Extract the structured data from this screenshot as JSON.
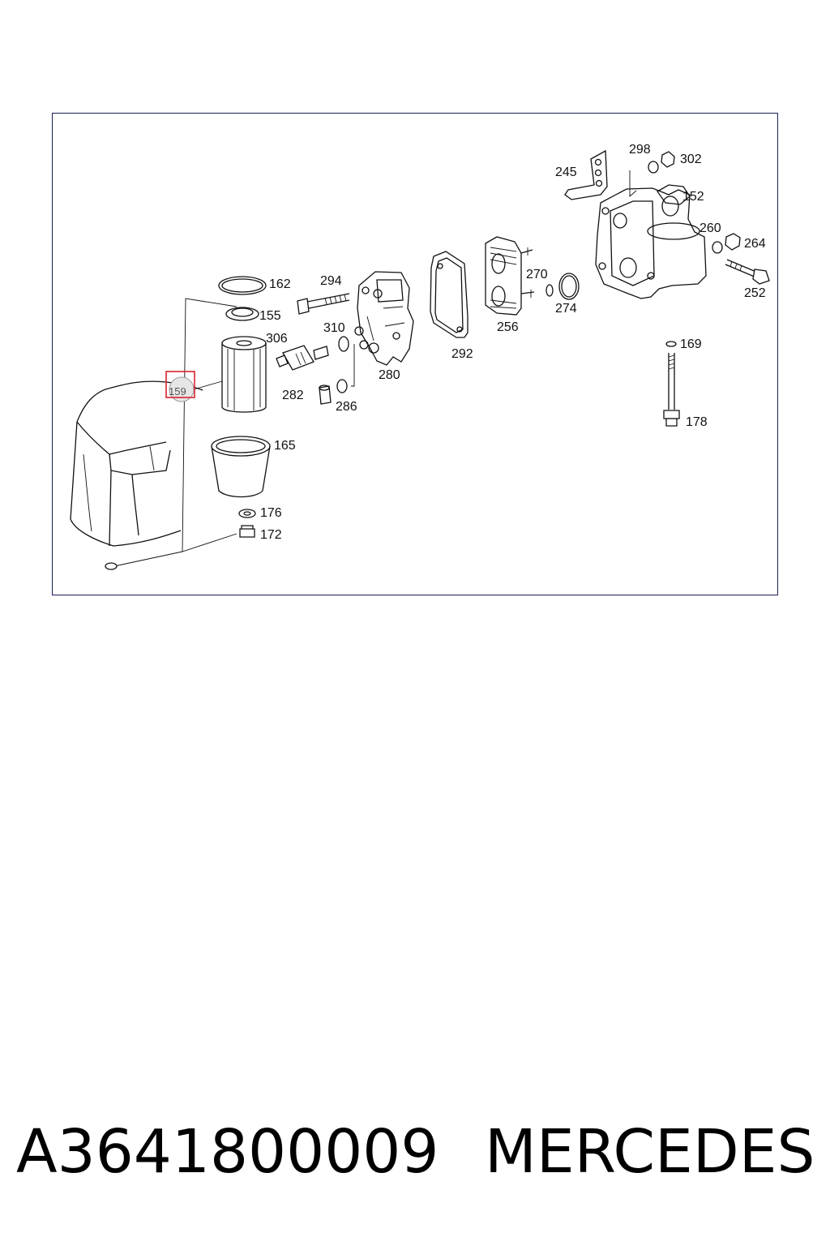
{
  "diagram": {
    "labels": {
      "l162": "162",
      "l155": "155",
      "l306": "306",
      "l159": "159",
      "l165": "165",
      "l176": "176",
      "l172": "172",
      "l294": "294",
      "l310": "310",
      "l282": "282",
      "l286": "286",
      "l280": "280",
      "l292": "292",
      "l270": "270",
      "l256": "256",
      "l274": "274",
      "l245": "245",
      "l298": "298",
      "l302": "302",
      "l152": "152",
      "l260": "260",
      "l264": "264",
      "l252": "252",
      "l169": "169",
      "l178": "178"
    },
    "highlight_color": "#d9242b",
    "frame_color": "#1a1f5a"
  },
  "footer": {
    "part_number": "A3641800009",
    "brand": "MERCEDES"
  }
}
